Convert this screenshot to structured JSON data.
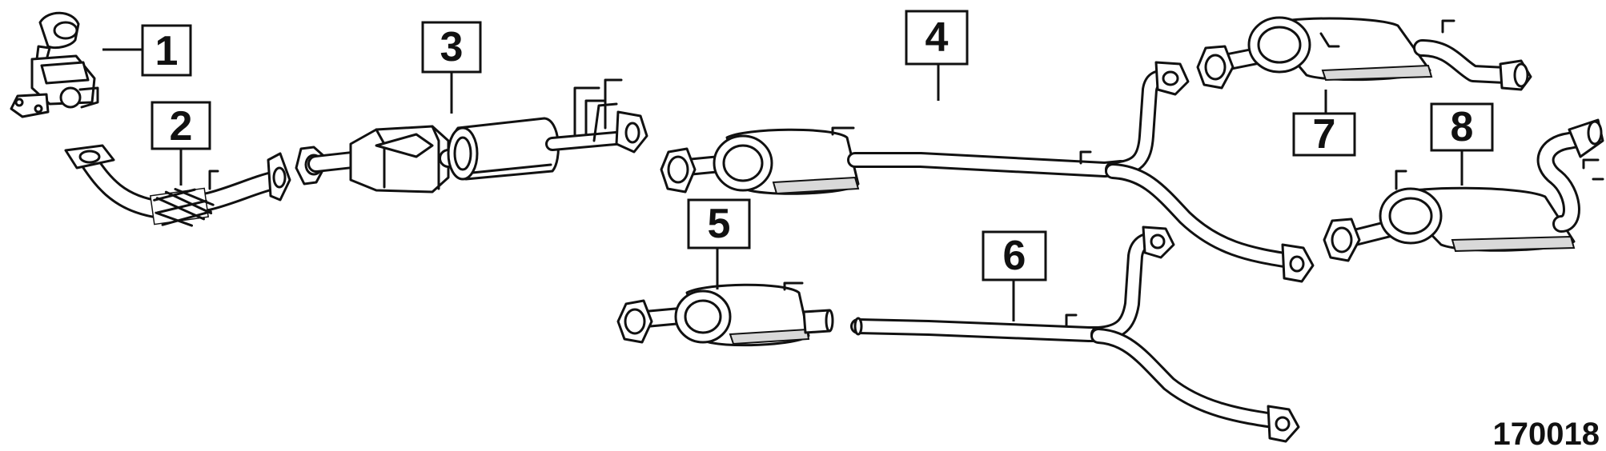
{
  "diagram": {
    "callouts": [
      "1",
      "2",
      "3",
      "4",
      "5",
      "6",
      "7",
      "8"
    ],
    "reference_code": "170018",
    "parts": [
      {
        "callout": "1",
        "component": "manifold-catalytic-converter"
      },
      {
        "callout": "2",
        "component": "front-pipe-with-flex-joint"
      },
      {
        "callout": "3",
        "component": "catalytic-converter"
      },
      {
        "callout": "4",
        "component": "center-muffler-with-y-pipe"
      },
      {
        "callout": "5",
        "component": "center-muffler"
      },
      {
        "callout": "6",
        "component": "y-pipe"
      },
      {
        "callout": "7",
        "component": "rear-muffler-left"
      },
      {
        "callout": "8",
        "component": "rear-muffler-right"
      }
    ]
  }
}
